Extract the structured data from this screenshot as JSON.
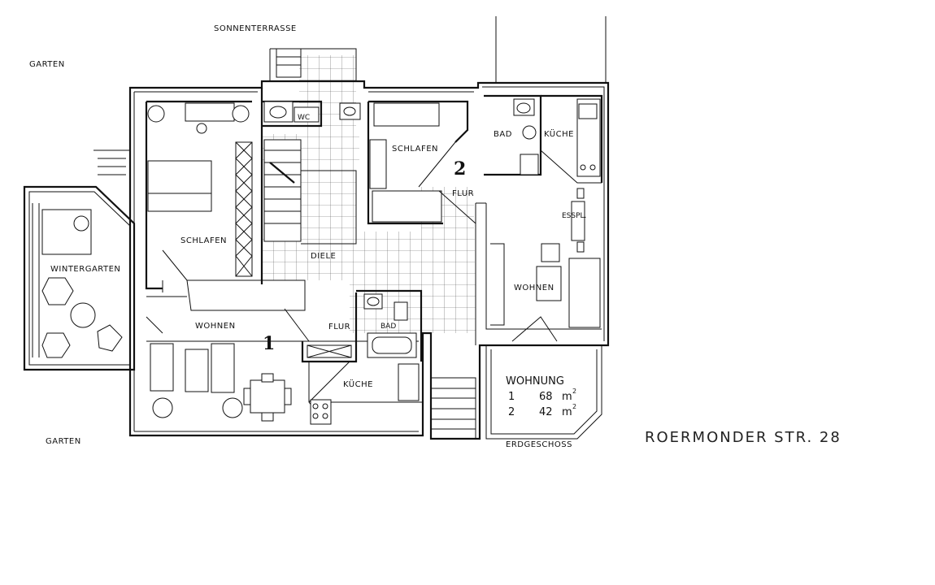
{
  "outside": {
    "sonnenterrasse": "SONNENTERRASSE",
    "garten_top": "GARTEN",
    "garten_bottom": "GARTEN"
  },
  "rooms": {
    "wintergarten": "WINTERGARTEN",
    "schlafen_1": "SCHLAFEN",
    "wohnen_1": "WOHNEN",
    "diele": "DIELE",
    "flur_1": "FLUR",
    "bad_1": "BAD",
    "kueche_1": "KÜCHE",
    "wc": "WC",
    "schlafen_2": "SCHLAFEN",
    "flur_2": "FLUR",
    "bad_2": "BAD",
    "kueche_2": "KÜCHE",
    "esspl": "ESSPL.",
    "wohnen_2": "WOHNEN"
  },
  "unit_numbers": {
    "unit_1": "1",
    "unit_2": "2"
  },
  "summary": {
    "title": "WOHNUNG",
    "rows": [
      {
        "num": "1",
        "area": "68",
        "unit": "m",
        "sup": "2"
      },
      {
        "num": "2",
        "area": "42",
        "unit": "m",
        "sup": "2"
      }
    ]
  },
  "floor_label": "ERDGESCHOSS",
  "address": "ROERMONDER STR. 28"
}
